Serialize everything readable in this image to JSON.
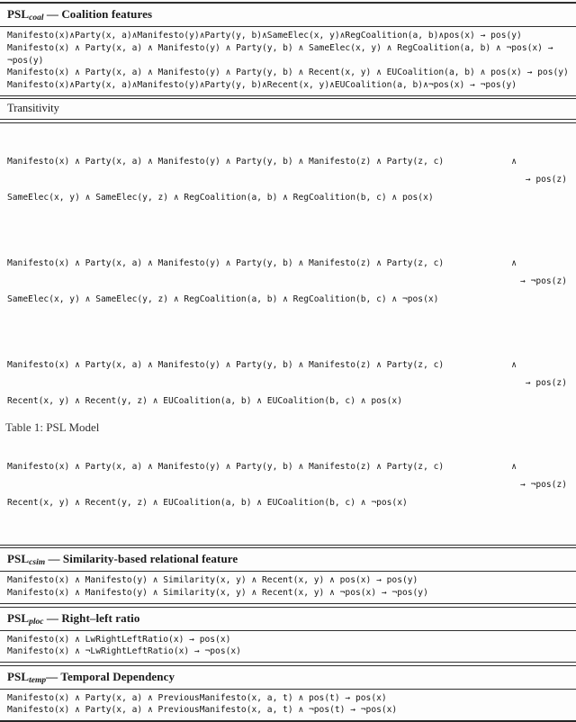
{
  "symbols": {
    "and": "∧"
  },
  "coal": {
    "psl": "PSL",
    "sub": "coal",
    "title": " — Coalition features",
    "rules": [
      "Manifesto(x)∧Party(x, a)∧Manifesto(y)∧Party(y, b)∧SameElec(x, y)∧RegCoalition(a, b)∧pos(x) → pos(y)",
      "Manifesto(x) ∧ Party(x, a) ∧ Manifesto(y) ∧ Party(y, b) ∧ SameElec(x, y) ∧ RegCoalition(a, b) ∧ ¬pos(x) →",
      "¬pos(y)",
      "Manifesto(x) ∧ Party(x, a) ∧ Manifesto(y) ∧ Party(y, b) ∧ Recent(x, y) ∧ EUCoalition(a, b) ∧ pos(x) → pos(y)",
      "Manifesto(x)∧Party(x, a)∧Manifesto(y)∧Party(y, b)∧Recent(x, y)∧EUCoalition(a, b)∧¬pos(x) → ¬pos(y)"
    ]
  },
  "transitivity": {
    "label": "Transitivity",
    "rules": [
      {
        "line1": "Manifesto(x) ∧ Party(x, a) ∧ Manifesto(y) ∧ Party(y, b) ∧ Manifesto(z) ∧ Party(z, c)",
        "line2": "SameElec(x, y) ∧ SameElec(y, z) ∧ RegCoalition(a, b) ∧ RegCoalition(b, c) ∧ pos(x)",
        "conclusion": "→ pos(z)"
      },
      {
        "line1": "Manifesto(x) ∧ Party(x, a) ∧ Manifesto(y) ∧ Party(y, b) ∧ Manifesto(z) ∧ Party(z, c)",
        "line2": "SameElec(x, y) ∧ SameElec(y, z) ∧ RegCoalition(a, b) ∧ RegCoalition(b, c) ∧ ¬pos(x)",
        "conclusion": "→ ¬pos(z)"
      },
      {
        "line1": "Manifesto(x) ∧ Party(x, a) ∧ Manifesto(y) ∧ Party(y, b) ∧ Manifesto(z) ∧ Party(z, c)",
        "line2": "Recent(x, y) ∧ Recent(y, z) ∧ EUCoalition(a, b) ∧ EUCoalition(b, c) ∧ pos(x)",
        "conclusion": "→ pos(z)"
      },
      {
        "line1": "Manifesto(x) ∧ Party(x, a) ∧ Manifesto(y) ∧ Party(y, b) ∧ Manifesto(z) ∧ Party(z, c)",
        "line2": "Recent(x, y) ∧ Recent(y, z) ∧ EUCoalition(a, b) ∧ EUCoalition(b, c) ∧ ¬pos(x)",
        "conclusion": "→ ¬pos(z)"
      }
    ]
  },
  "csim": {
    "psl": "PSL",
    "sub": "csim",
    "title": " — Similarity-based relational feature",
    "rules": [
      "Manifesto(x) ∧ Manifesto(y) ∧ Similarity(x, y) ∧ Recent(x, y) ∧ pos(x) → pos(y)",
      "Manifesto(x) ∧ Manifesto(y) ∧ Similarity(x, y) ∧ Recent(x, y) ∧ ¬pos(x) → ¬pos(y)"
    ]
  },
  "ploc": {
    "psl": "PSL",
    "sub": "ploc",
    "title": " — Right–left ratio",
    "rules": [
      "Manifesto(x) ∧ LwRightLeftRatio(x) → pos(x)",
      "Manifesto(x) ∧ ¬LwRightLeftRatio(x) → ¬pos(x)"
    ]
  },
  "temp": {
    "psl": "PSL",
    "sub": "temp",
    "title": "— Temporal Dependency",
    "rules": [
      "Manifesto(x) ∧ Party(x, a) ∧ PreviousManifesto(x, a, t) ∧ pos(t) → pos(x)",
      "Manifesto(x) ∧ Party(x, a) ∧ PreviousManifesto(x, a, t) ∧ ¬pos(t) → ¬pos(x)"
    ]
  },
  "caption": {
    "fragment": "Table 1: PSL Model"
  }
}
